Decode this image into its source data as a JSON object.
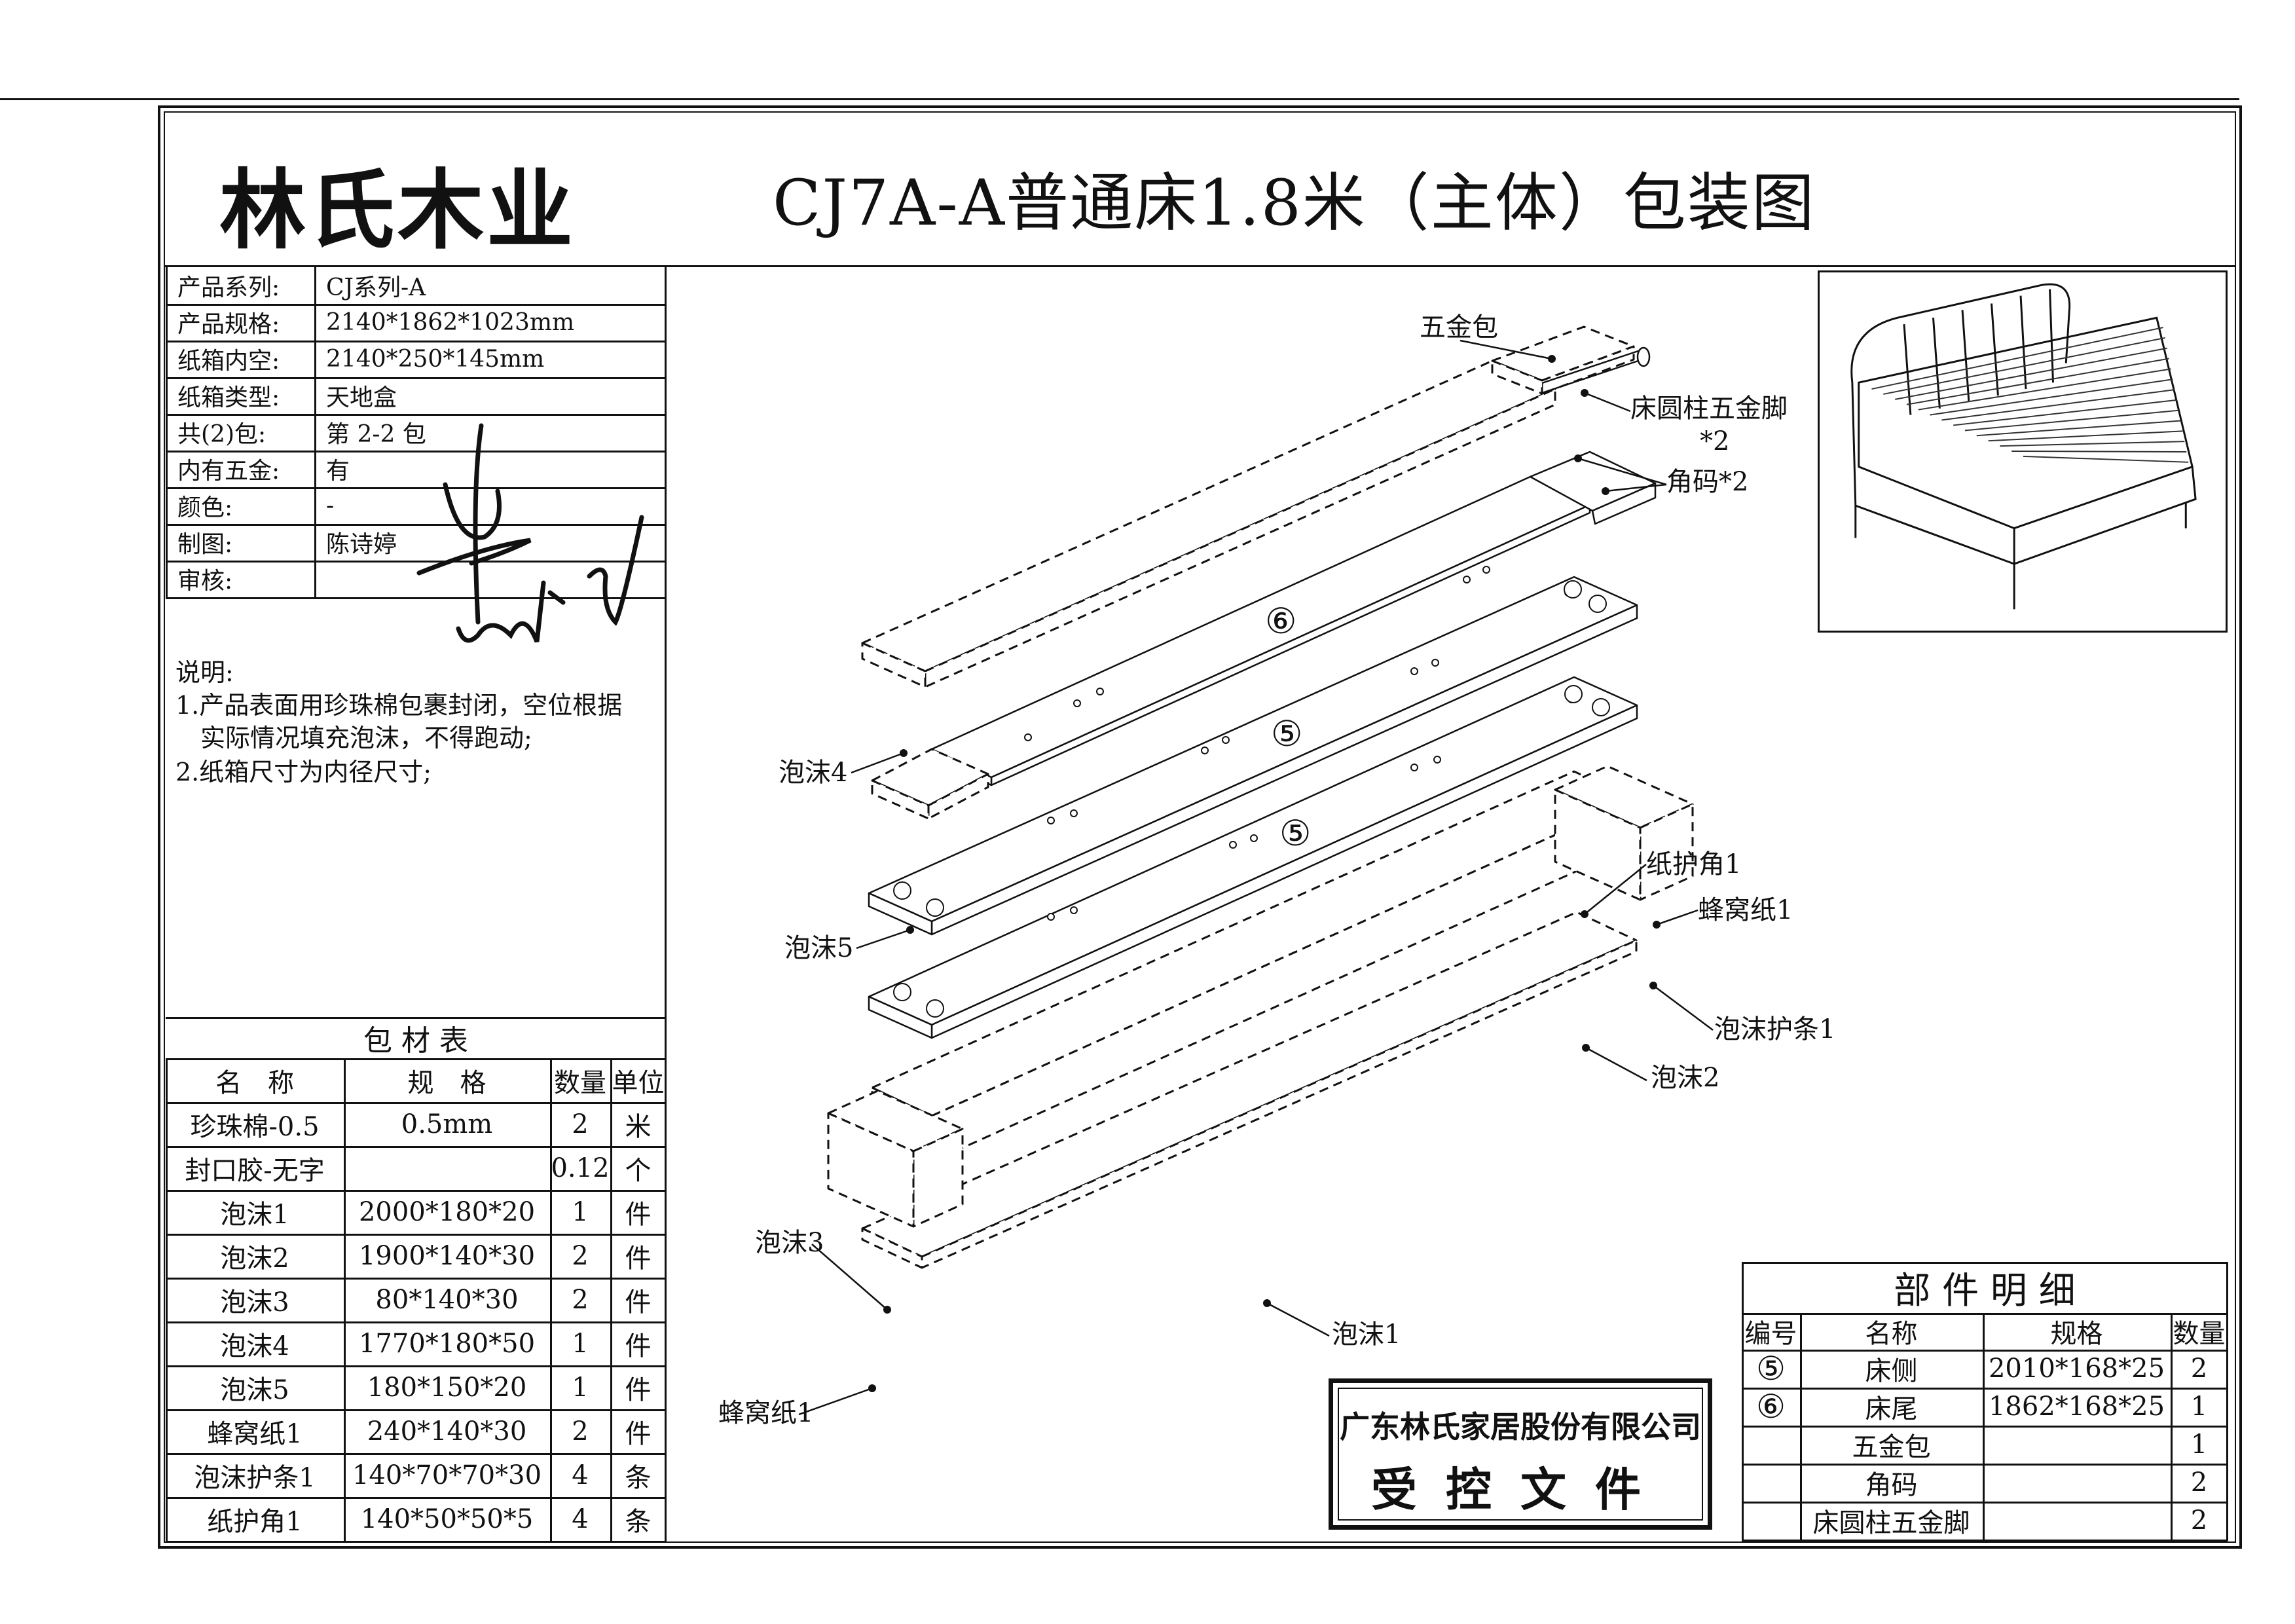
{
  "header": {
    "logo": "林氏木业",
    "title": "CJ7A-A普通床1.8米（主体）包装图"
  },
  "info": [
    {
      "label": "产品系列:",
      "value": "CJ系列-A"
    },
    {
      "label": "产品规格:",
      "value": "2140*1862*1023mm"
    },
    {
      "label": "纸箱内空:",
      "value": "2140*250*145mm"
    },
    {
      "label": "纸箱类型:",
      "value": "天地盒"
    },
    {
      "label": "共(2)包:",
      "value": "第 2-2 包"
    },
    {
      "label": "内有五金:",
      "value": "有"
    },
    {
      "label": "颜色:",
      "value": "-"
    },
    {
      "label": "制图:",
      "value": "陈诗婷"
    },
    {
      "label": "审核:",
      "value": ""
    }
  ],
  "notes": {
    "heading": "说明:",
    "lines": [
      "1.产品表面用珍珠棉包裹封闭，空位根据",
      "　实际情况填充泡沫，不得跑动;",
      "2.纸箱尺寸为内径尺寸;"
    ]
  },
  "materials": {
    "title": "包 材 表",
    "headers": [
      "名　称",
      "规　格",
      "数量",
      "单位"
    ],
    "rows": [
      [
        "珍珠棉-0.5",
        "0.5mm",
        "2",
        "米"
      ],
      [
        "封口胶-无字",
        "",
        "0.12",
        "个"
      ],
      [
        "泡沫1",
        "2000*180*20",
        "1",
        "件"
      ],
      [
        "泡沫2",
        "1900*140*30",
        "2",
        "件"
      ],
      [
        "泡沫3",
        "80*140*30",
        "2",
        "件"
      ],
      [
        "泡沫4",
        "1770*180*50",
        "1",
        "件"
      ],
      [
        "泡沫5",
        "180*150*20",
        "1",
        "件"
      ],
      [
        "蜂窝纸1",
        "240*140*30",
        "2",
        "件"
      ],
      [
        "泡沫护条1",
        "140*70*70*30",
        "4",
        "条"
      ],
      [
        "纸护角1",
        "140*50*50*5",
        "4",
        "条"
      ]
    ]
  },
  "parts": {
    "title": "部 件 明 细",
    "headers": [
      "编号",
      "名称",
      "规格",
      "数量"
    ],
    "rows": [
      [
        "⑤",
        "床侧",
        "2010*168*25",
        "2"
      ],
      [
        "⑥",
        "床尾",
        "1862*168*25",
        "1"
      ],
      [
        "",
        "五金包",
        "",
        "1"
      ],
      [
        "",
        "角码",
        "",
        "2"
      ],
      [
        "",
        "床圆柱五金脚",
        "",
        "2"
      ]
    ]
  },
  "drawing": {
    "labels": {
      "hardware_pack": "五金包",
      "leg": "床圆柱五金脚",
      "leg_qty": "*2",
      "bracket": "角码*2",
      "foam4": "泡沫4",
      "foam5": "泡沫5",
      "corner_guard": "纸护角1",
      "honeycomb_right": "蜂窝纸1",
      "foam_strip": "泡沫护条1",
      "foam2": "泡沫2",
      "foam3": "泡沫3",
      "foam1": "泡沫1",
      "honeycomb_left": "蜂窝纸1"
    },
    "part_numbers": [
      "⑥",
      "⑤",
      "⑤"
    ]
  },
  "stamp": {
    "line1": "广东林氏家居股份有限公司",
    "line2": "受控文件"
  }
}
